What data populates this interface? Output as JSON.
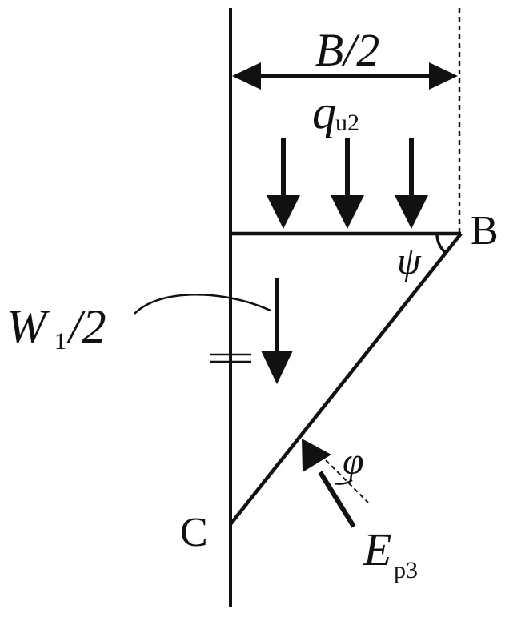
{
  "diagram": {
    "labels": {
      "width_label": "B/2",
      "load_symbol": "q",
      "load_subscript": "u2",
      "point_b": "B",
      "point_c": "C",
      "angle_psi": "ψ",
      "weight_symbol": "W",
      "weight_subscript": "1",
      "weight_suffix": "/2",
      "angle_phi": "φ",
      "pressure_symbol": "E",
      "pressure_subscript": "p3"
    },
    "colors": {
      "stroke": "#111111",
      "background": "#ffffff"
    }
  }
}
